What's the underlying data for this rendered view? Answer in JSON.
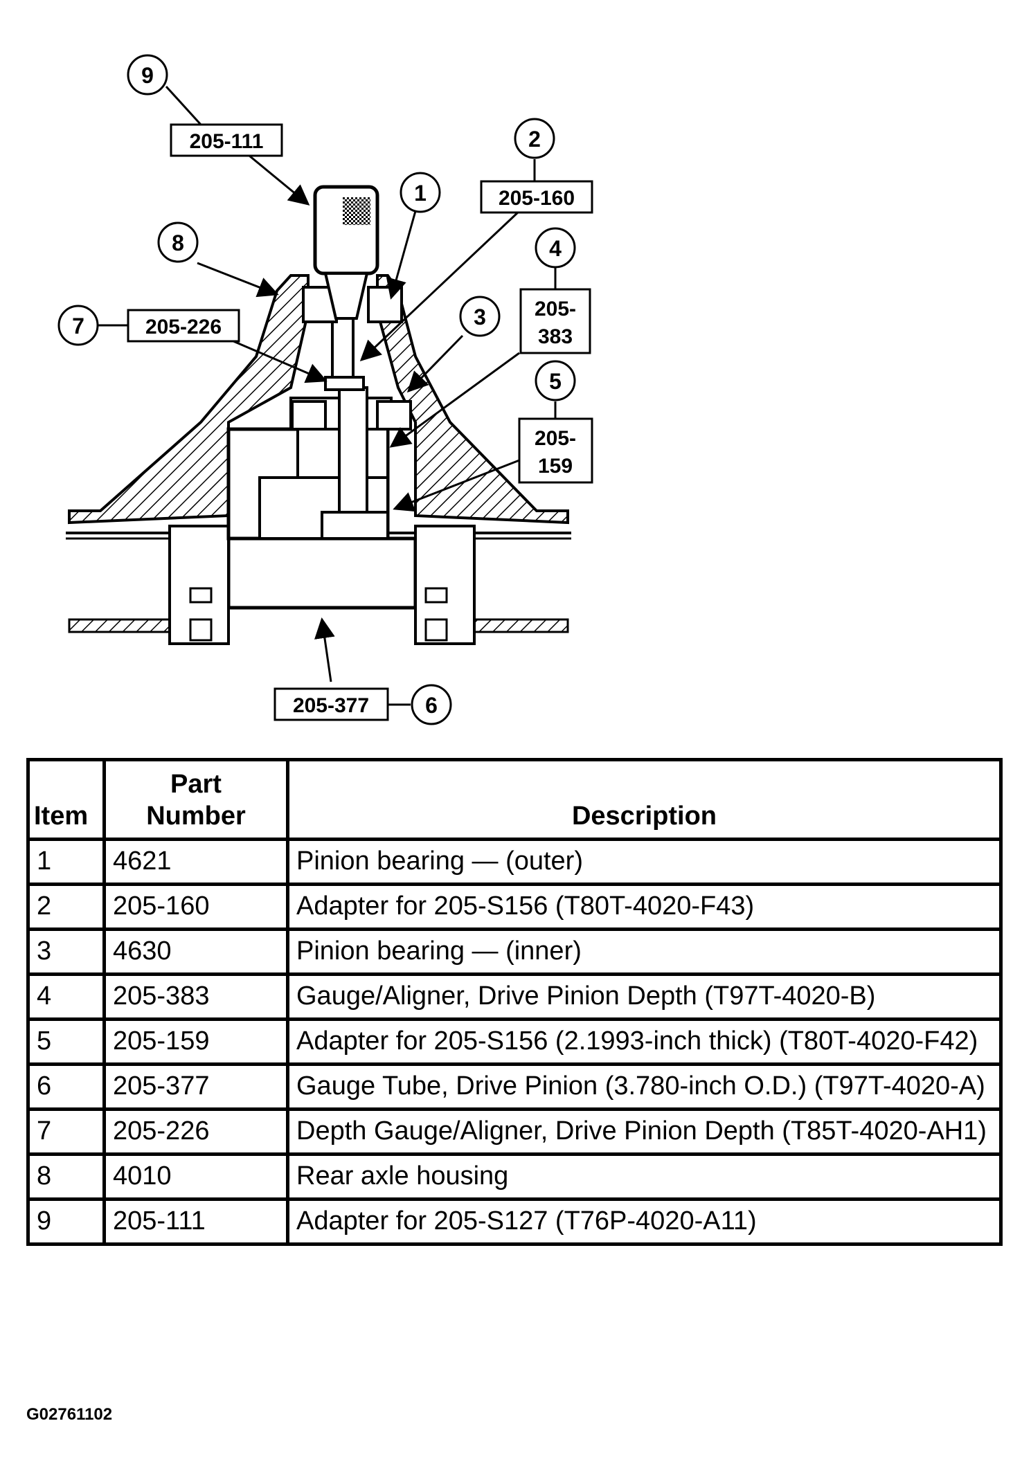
{
  "callouts": [
    {
      "item": "9",
      "part": "205-111"
    },
    {
      "item": "2",
      "part": "205-160"
    },
    {
      "item": "1",
      "part": ""
    },
    {
      "item": "8",
      "part": ""
    },
    {
      "item": "7",
      "part": "205-226"
    },
    {
      "item": "3",
      "part": ""
    },
    {
      "item": "4",
      "part_lines": [
        "205-",
        "383"
      ]
    },
    {
      "item": "5",
      "part_lines": [
        "205-",
        "159"
      ]
    },
    {
      "item": "6",
      "part": "205-377"
    }
  ],
  "table": {
    "headers": {
      "item": "Item",
      "part_number_line1": "Part",
      "part_number_line2": "Number",
      "description": "Description"
    },
    "rows": [
      {
        "item": "1",
        "part": "4621",
        "description": "Pinion bearing — (outer)"
      },
      {
        "item": "2",
        "part": "205-160",
        "description": "Adapter for 205-S156 (T80T-4020-F43)"
      },
      {
        "item": "3",
        "part": "4630",
        "description": "Pinion bearing — (inner)"
      },
      {
        "item": "4",
        "part": "205-383",
        "description": "Gauge/Aligner, Drive Pinion Depth (T97T-4020-B)"
      },
      {
        "item": "5",
        "part": "205-159",
        "description": "Adapter for 205-S156 (2.1993-inch thick) (T80T-4020-F42)"
      },
      {
        "item": "6",
        "part": "205-377",
        "description": "Gauge Tube, Drive Pinion (3.780-inch O.D.) (T97T-4020-A)"
      },
      {
        "item": "7",
        "part": "205-226",
        "description": "Depth Gauge/Aligner, Drive Pinion Depth (T85T-4020-AH1)"
      },
      {
        "item": "8",
        "part": "4010",
        "description": "Rear axle housing"
      },
      {
        "item": "9",
        "part": "205-111",
        "description": "Adapter for 205-S127 (T76P-4020-A11)"
      }
    ]
  },
  "figure_code": "G02761102"
}
